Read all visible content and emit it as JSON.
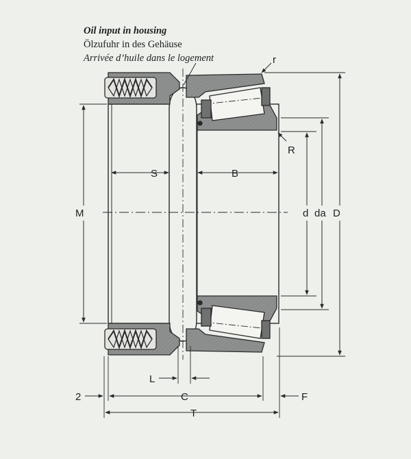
{
  "caption": {
    "en": "Oil input in housing",
    "de": "Ölzufuhr in des Gehäuse",
    "fr": "Arrivée d’huile dans le logement"
  },
  "labels": {
    "r": "r",
    "R": "R",
    "S": "S",
    "B": "B",
    "M": "M",
    "d": "d",
    "da": "da",
    "D": "D",
    "L": "L",
    "C": "C",
    "T": "T",
    "F": "F",
    "two": "2"
  },
  "colors": {
    "background": "#eef0ec",
    "section_fill": "#8f9190",
    "line": "#2a2a2a"
  }
}
